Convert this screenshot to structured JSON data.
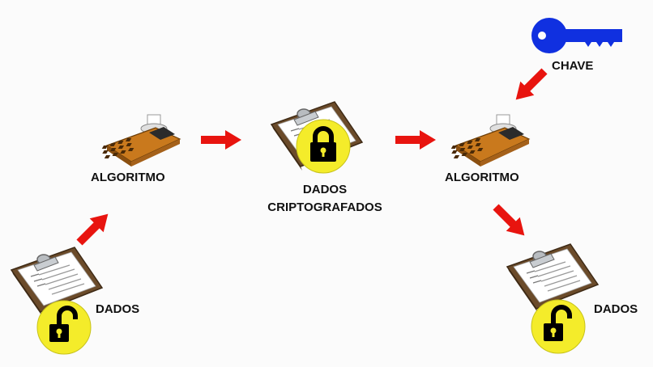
{
  "diagram": {
    "nodes": {
      "data_in": {
        "label": "DADOS",
        "lock": "unlocked"
      },
      "algorithm_encrypt": {
        "label": "ALGORITMO"
      },
      "encrypted_data": {
        "label_line1": "DADOS",
        "label_line2": "CRIPTOGRAFADOS",
        "lock": "locked"
      },
      "algorithm_decrypt": {
        "label": "ALGORITMO"
      },
      "key": {
        "label": "CHAVE"
      },
      "data_out": {
        "label": "DADOS",
        "lock": "unlocked"
      }
    },
    "edges": [
      {
        "from": "data_in",
        "to": "algorithm_encrypt"
      },
      {
        "from": "algorithm_encrypt",
        "to": "encrypted_data"
      },
      {
        "from": "encrypted_data",
        "to": "algorithm_decrypt"
      },
      {
        "from": "key",
        "to": "algorithm_decrypt"
      },
      {
        "from": "algorithm_decrypt",
        "to": "data_out"
      }
    ],
    "colors": {
      "arrow": "#e8140f",
      "lock_badge": "#f4ec2a",
      "key": "#1030e0",
      "calculator": "#c9791d"
    },
    "icons": [
      "clipboard-icon",
      "calculator-icon",
      "padlock-open-icon",
      "padlock-closed-icon",
      "key-icon",
      "arrow-icon"
    ]
  }
}
